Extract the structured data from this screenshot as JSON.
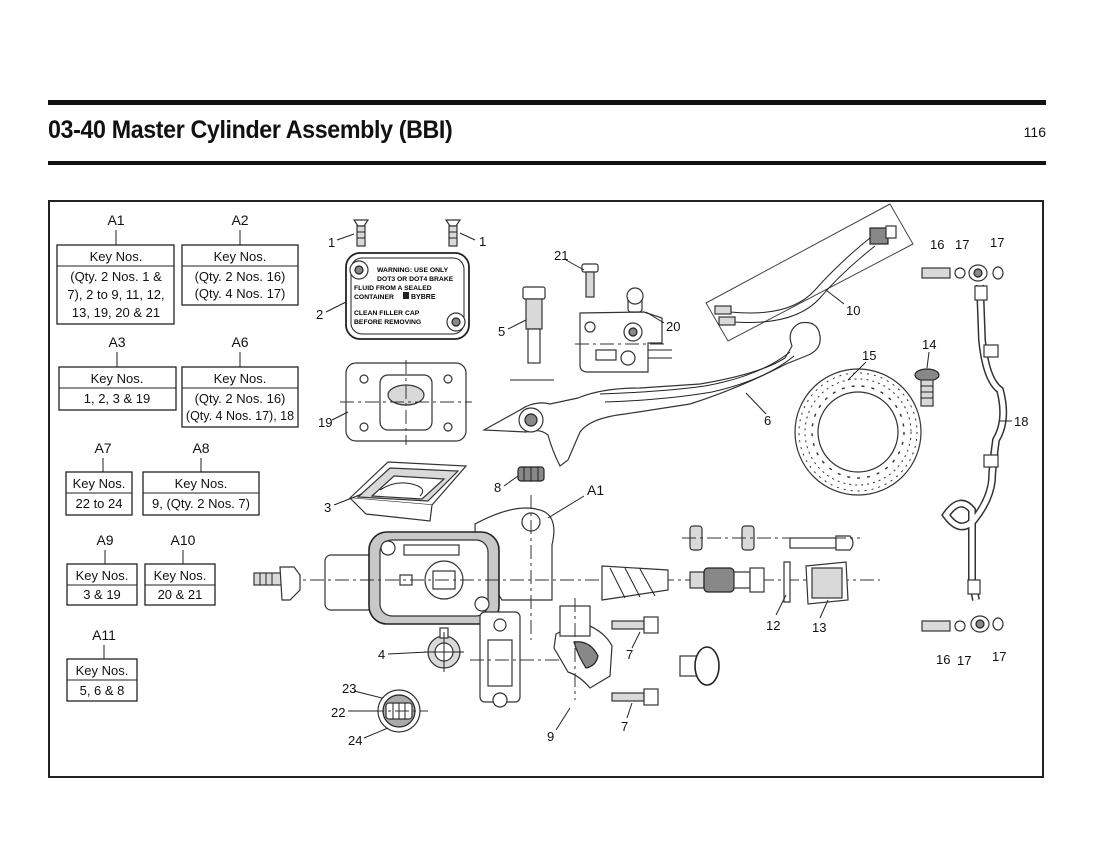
{
  "header": {
    "title": "03-40 Master Cylinder Assembly (BBI)",
    "page_number": "116"
  },
  "kits": [
    {
      "label": "A1",
      "heading": "Key Nos.",
      "lines": [
        "(Qty. 2 Nos. 1 &",
        "7), 2 to 9, 11, 12,",
        "13, 19, 20 & 21"
      ]
    },
    {
      "label": "A2",
      "heading": "Key Nos.",
      "lines": [
        "(Qty. 2 Nos. 16)",
        "(Qty. 4 Nos. 17)"
      ]
    },
    {
      "label": "A3",
      "heading": "Key Nos.",
      "lines": [
        "1, 2, 3 & 19"
      ]
    },
    {
      "label": "A6",
      "heading": "Key Nos.",
      "lines": [
        "(Qty. 2 Nos. 16)",
        "(Qty. 4 Nos. 17), 18"
      ]
    },
    {
      "label": "A7",
      "heading": "Key Nos.",
      "lines": [
        "22 to 24"
      ]
    },
    {
      "label": "A8",
      "heading": "Key Nos.",
      "lines": [
        "9, (Qty. 2 Nos. 7)"
      ]
    },
    {
      "label": "A9",
      "heading": "Key Nos.",
      "lines": [
        "3 & 19"
      ]
    },
    {
      "label": "A10",
      "heading": "Key Nos.",
      "lines": [
        "20 & 21"
      ]
    },
    {
      "label": "A11",
      "heading": "Key Nos.",
      "lines": [
        "5, 6 & 8"
      ]
    }
  ],
  "reservoir_cap_text": [
    "WARNING: USE ONLY",
    "DOT3 OR DOT4 BRAKE",
    "FLUID FROM A SEALED",
    "CONTAINER",
    "BYBRE",
    "CLEAN FILLER CAP",
    "BEFORE REMOVING"
  ],
  "callouts": [
    {
      "num": "1"
    },
    {
      "num": "1"
    },
    {
      "num": "2"
    },
    {
      "num": "3"
    },
    {
      "num": "4"
    },
    {
      "num": "5"
    },
    {
      "num": "6"
    },
    {
      "num": "7"
    },
    {
      "num": "7"
    },
    {
      "num": "8"
    },
    {
      "num": "9"
    },
    {
      "num": "10"
    },
    {
      "num": "12"
    },
    {
      "num": "13"
    },
    {
      "num": "14"
    },
    {
      "num": "15"
    },
    {
      "num": "16"
    },
    {
      "num": "17"
    },
    {
      "num": "17"
    },
    {
      "num": "16"
    },
    {
      "num": "17"
    },
    {
      "num": "17"
    },
    {
      "num": "18"
    },
    {
      "num": "19"
    },
    {
      "num": "20"
    },
    {
      "num": "21"
    },
    {
      "num": "22"
    },
    {
      "num": "23"
    },
    {
      "num": "24"
    },
    {
      "num": "A1"
    }
  ]
}
